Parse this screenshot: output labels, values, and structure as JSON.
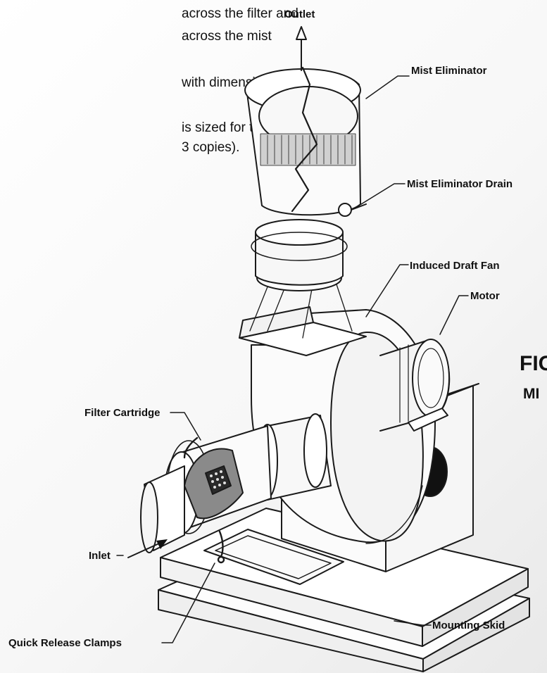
{
  "body_text": [
    "across the filter and",
    "across the mist",
    "with dimensions as",
    "is sized for the unit.",
    "3 copies)."
  ],
  "figure_heading": [
    "FIG",
    "MI"
  ],
  "callouts": {
    "outlet": "Outlet",
    "mist_eliminator": "Mist Eliminator",
    "mist_eliminator_drain": "Mist Eliminator Drain",
    "induced_draft_fan": "Induced Draft Fan",
    "motor": "Motor",
    "filter_cartridge": "Filter Cartridge",
    "inlet": "Inlet",
    "mounting_skid": "Mounting Skid",
    "quick_release_clamps": "Quick Release Clamps"
  }
}
